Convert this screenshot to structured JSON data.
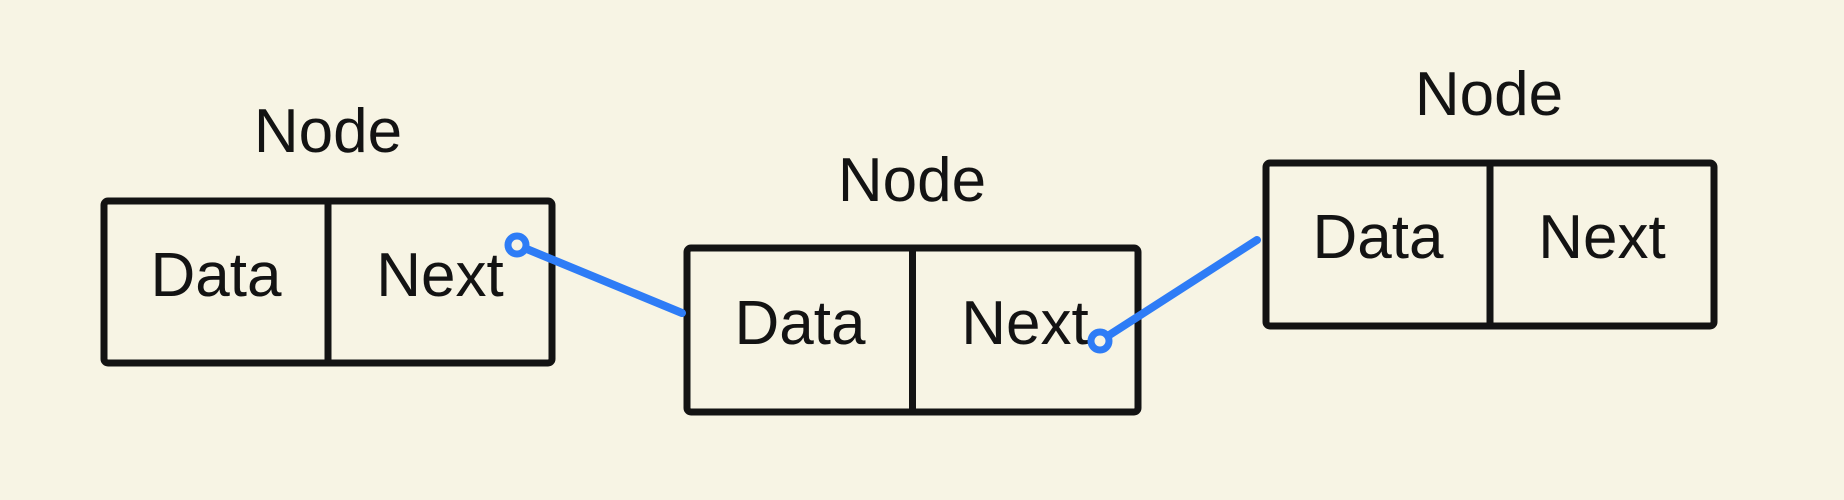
{
  "colors": {
    "background": "#F7F4E4",
    "ink": "#131313",
    "connector_blue": "#2E7CF6"
  },
  "nodes": [
    {
      "title": "Node",
      "cells": [
        "Data",
        "Next"
      ]
    },
    {
      "title": "Node",
      "cells": [
        "Data",
        "Next"
      ]
    },
    {
      "title": "Node",
      "cells": [
        "Data",
        "Next"
      ]
    }
  ],
  "connectors": [
    {
      "from": "node-1-next",
      "to": "node-2"
    },
    {
      "from": "node-2-next",
      "to": "node-3"
    }
  ]
}
